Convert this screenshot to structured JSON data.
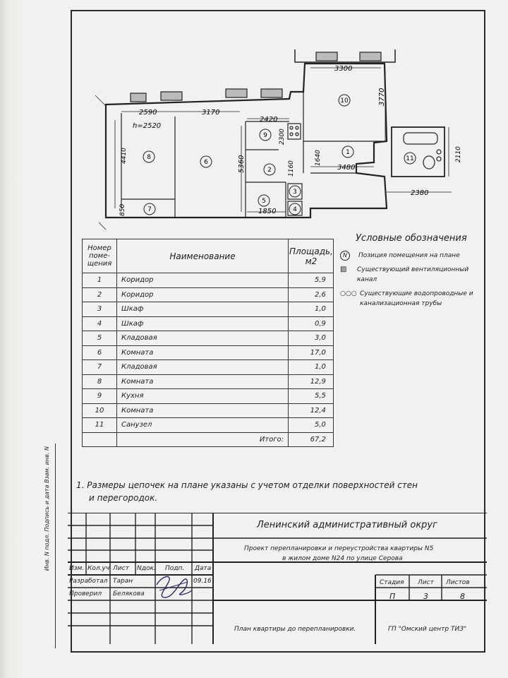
{
  "plan": {
    "dims": {
      "d3300": "3300",
      "d3770": "3770",
      "d2590": "2590",
      "d3170": "3170",
      "d2420": "2420",
      "d2300": "2300",
      "h2520": "h=2520",
      "d4410": "4410",
      "d5360": "5360",
      "d1640": "1640",
      "d3480": "3480",
      "d1160": "1160",
      "d1850": "1850",
      "d850": "850",
      "d2110": "2110",
      "d2380": "2380"
    },
    "rooms": [
      "1",
      "2",
      "3",
      "4",
      "5",
      "6",
      "7",
      "8",
      "9",
      "10",
      "11"
    ]
  },
  "table": {
    "header": {
      "num": "Номер поме- щения",
      "name": "Наименование",
      "area": "Площадь, м2"
    },
    "rows": [
      {
        "n": "1",
        "name": "Коридор",
        "area": "5,9"
      },
      {
        "n": "2",
        "name": "Коридор",
        "area": "2,6"
      },
      {
        "n": "3",
        "name": "Шкаф",
        "area": "1,0"
      },
      {
        "n": "4",
        "name": "Шкаф",
        "area": "0,9"
      },
      {
        "n": "5",
        "name": "Кладовая",
        "area": "3,0"
      },
      {
        "n": "6",
        "name": "Комната",
        "area": "17,0"
      },
      {
        "n": "7",
        "name": "Кладовая",
        "area": "1,0"
      },
      {
        "n": "8",
        "name": "Комната",
        "area": "12,9"
      },
      {
        "n": "9",
        "name": "Кухня",
        "area": "5,5"
      },
      {
        "n": "10",
        "name": "Комната",
        "area": "12,4"
      },
      {
        "n": "11",
        "name": "Санузел",
        "area": "5,0"
      }
    ],
    "total_label": "Итого:",
    "total_value": "67,2"
  },
  "legend": {
    "title": "Условные обозначения",
    "items": [
      {
        "symbol": "N",
        "text": "Позиция помещения на плане"
      },
      {
        "symbol": "▨",
        "text": "Существующий вентиляционный канал"
      },
      {
        "symbol": "○○○",
        "text": "Существующие водопроводные и канализационная трубы"
      }
    ]
  },
  "note": {
    "line1": "1.  Размеры цепочек на плане указаны с учетом отделки поверхностей стен",
    "line2": "и перегородок."
  },
  "side_stamp": "Инв. N подл.     Подпись и дата     Взам. инв. N",
  "title_block": {
    "district": "Ленинский административный округ",
    "project_line1": "Проект перепланировки и переустройства квартиры N5",
    "project_line2": "в жилом доме N24 по улице Серова",
    "col_izm": "Изм.",
    "col_koluch": "Кол.уч",
    "col_list": "Лист",
    "col_ndok": "Nдок.",
    "col_podp": "Подп.",
    "col_data": "Дата",
    "role_dev": "Разработал",
    "name_dev": "Таран",
    "date_dev": "09.16",
    "role_check": "Проверил",
    "name_check": "Белякова",
    "stage_label": "Стадия",
    "sheet_label": "Лист",
    "sheets_label": "Листов",
    "stage": "П",
    "sheet": "3",
    "sheets": "8",
    "drawing_title": "План квартиры до перепланировки.",
    "org": "ГП \"Омский центр ТИЗ\""
  },
  "colors": {
    "ink": "#1d1d1d",
    "paper": "#f1f1ef",
    "background": "#8f8f8c"
  }
}
